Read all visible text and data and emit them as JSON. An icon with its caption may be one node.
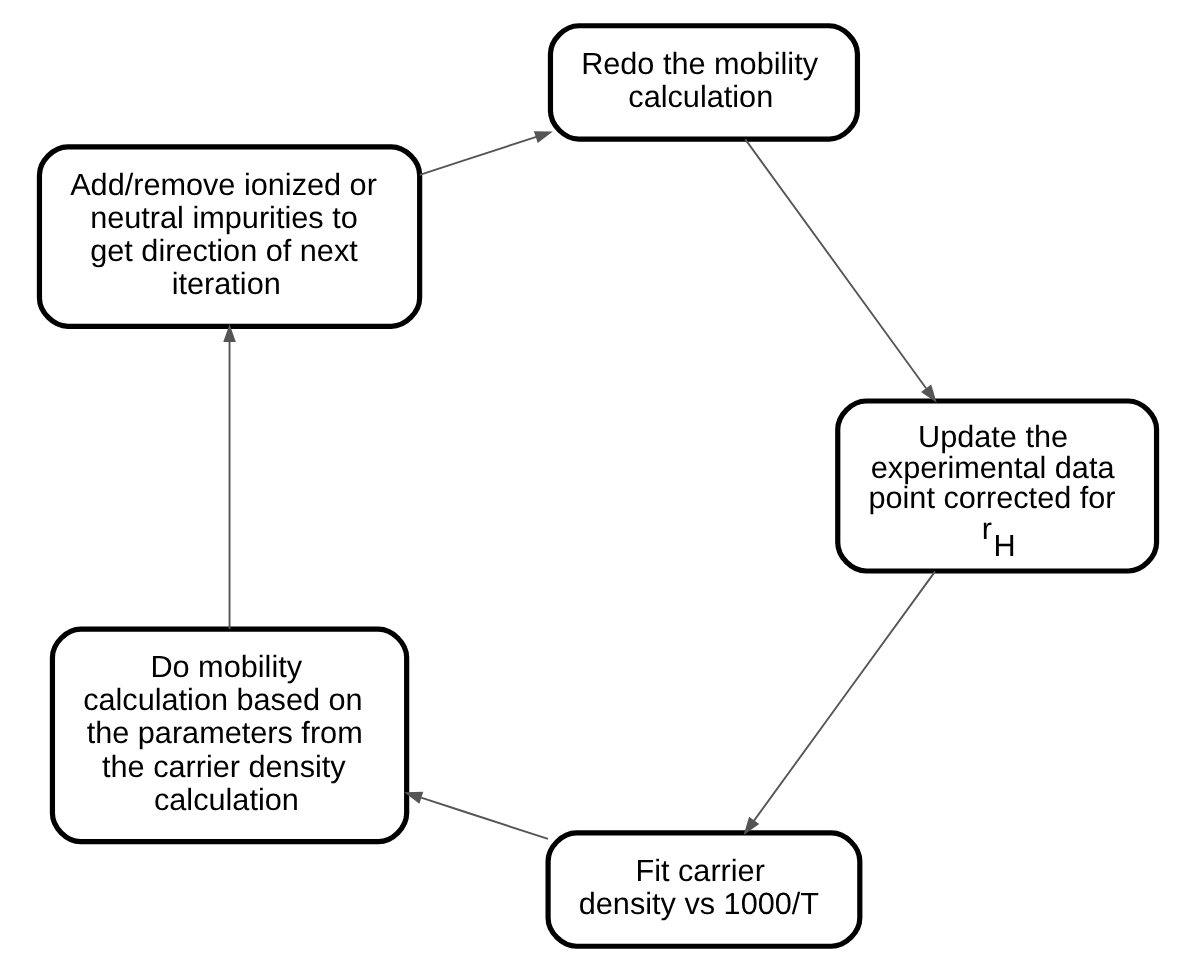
{
  "diagram": {
    "nodes": [
      {
        "text": [
          "Fit carrier density vs 1000/T"
        ]
      },
      {
        "text": [
          "Do mobility calculation based on the parameters from the carrier density calculation"
        ]
      },
      {
        "text": [
          "Add/remove ionized or neutral impurities to get direction of next iteration"
        ]
      },
      {
        "text": [
          "Redo the mobility calculation"
        ]
      },
      {
        "text": [
          "Update the experimental data point corrected for r$_{H}$"
        ]
      }
    ],
    "edges": [
      {
        "from": 0,
        "to": 1,
        "arrow": "to"
      },
      {
        "from": 1,
        "to": 2,
        "arrow": "to"
      },
      {
        "from": 2,
        "to": 3,
        "arrow": "to"
      },
      {
        "from": 3,
        "to": 4,
        "arrow": "to"
      },
      {
        "from": 4,
        "to": 0,
        "arrow": "to"
      }
    ]
  }
}
